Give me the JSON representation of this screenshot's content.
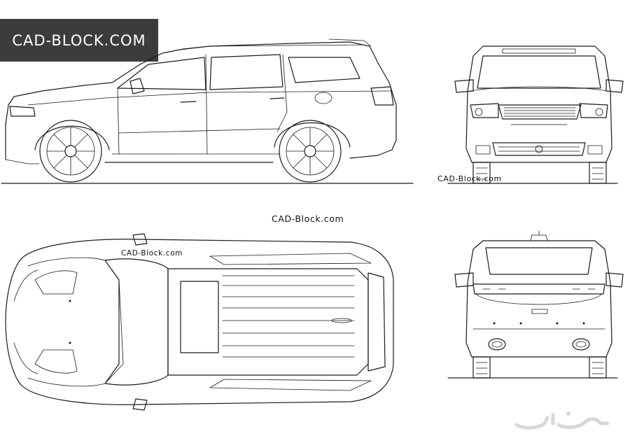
{
  "brand": {
    "badge_text": "CAD-BLOCK.COM",
    "badge_bg": "#3c3c3c"
  },
  "captions": {
    "front_view": "CAD-Block.com",
    "center": "CAD-Block.com",
    "top_view": "CAD-Block.com"
  },
  "views": [
    "side-view",
    "front-view",
    "top-view",
    "rear-view"
  ],
  "line_color": "#1a1a1a",
  "watermark": {
    "text": "حراج",
    "color": "#d8d8d8"
  }
}
